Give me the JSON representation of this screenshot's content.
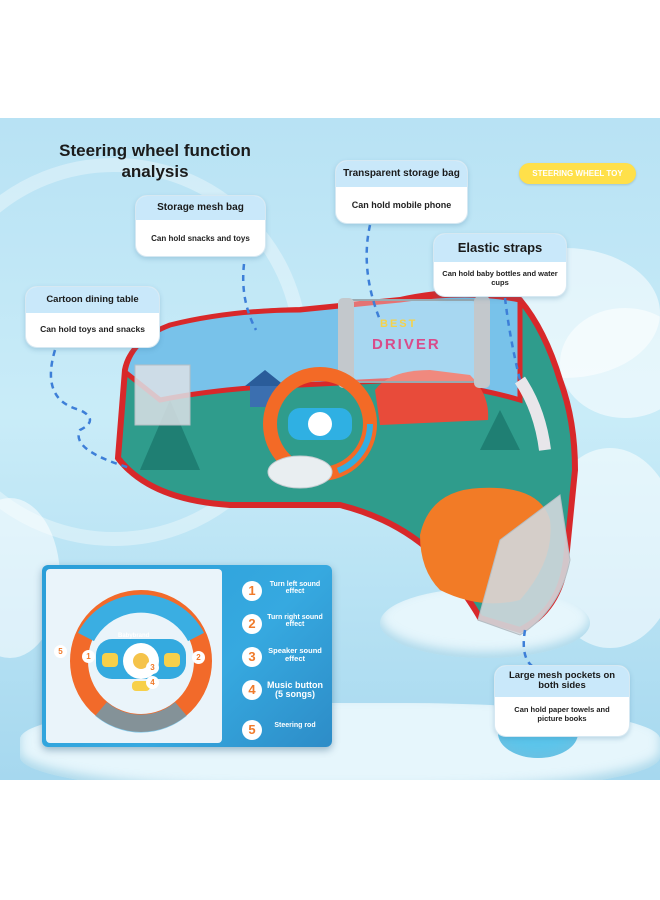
{
  "title": {
    "line1": "Steering wheel function",
    "line2": "analysis"
  },
  "badge": "STEERING WHEEL TOY",
  "callouts": {
    "storage_mesh": {
      "title": "Storage mesh bag",
      "body": "Can hold snacks and toys"
    },
    "transparent_bag": {
      "title": "Transparent storage bag",
      "body": "Can hold mobile phone"
    },
    "elastic_straps": {
      "title": "Elastic straps",
      "body": "Can hold baby bottles and water cups"
    },
    "dining_table": {
      "title": "Cartoon dining table",
      "body": "Can hold toys and snacks"
    },
    "mesh_pockets": {
      "title": "Large mesh pockets on both sides",
      "body": "Can hold paper towels and picture books"
    }
  },
  "tray_print": {
    "line1": "BEST",
    "line2": "DRIVER"
  },
  "wheel_brand": "Babybrand",
  "functions": [
    {
      "num": "1",
      "label": "Turn left sound effect"
    },
    {
      "num": "2",
      "label": "Turn right sound effect"
    },
    {
      "num": "3",
      "label": "Speaker sound effect"
    },
    {
      "num": "4",
      "label": "Music button (5 songs)"
    },
    {
      "num": "5",
      "label": "Steering rod"
    }
  ],
  "colors": {
    "background": "#b8e2f4",
    "callout_header": "#c9e8fa",
    "badge": "#ffe04a",
    "inset_panel": "#2a9ed8",
    "accent_orange": "#f07a2a",
    "tray_rim": "#d8282a"
  }
}
